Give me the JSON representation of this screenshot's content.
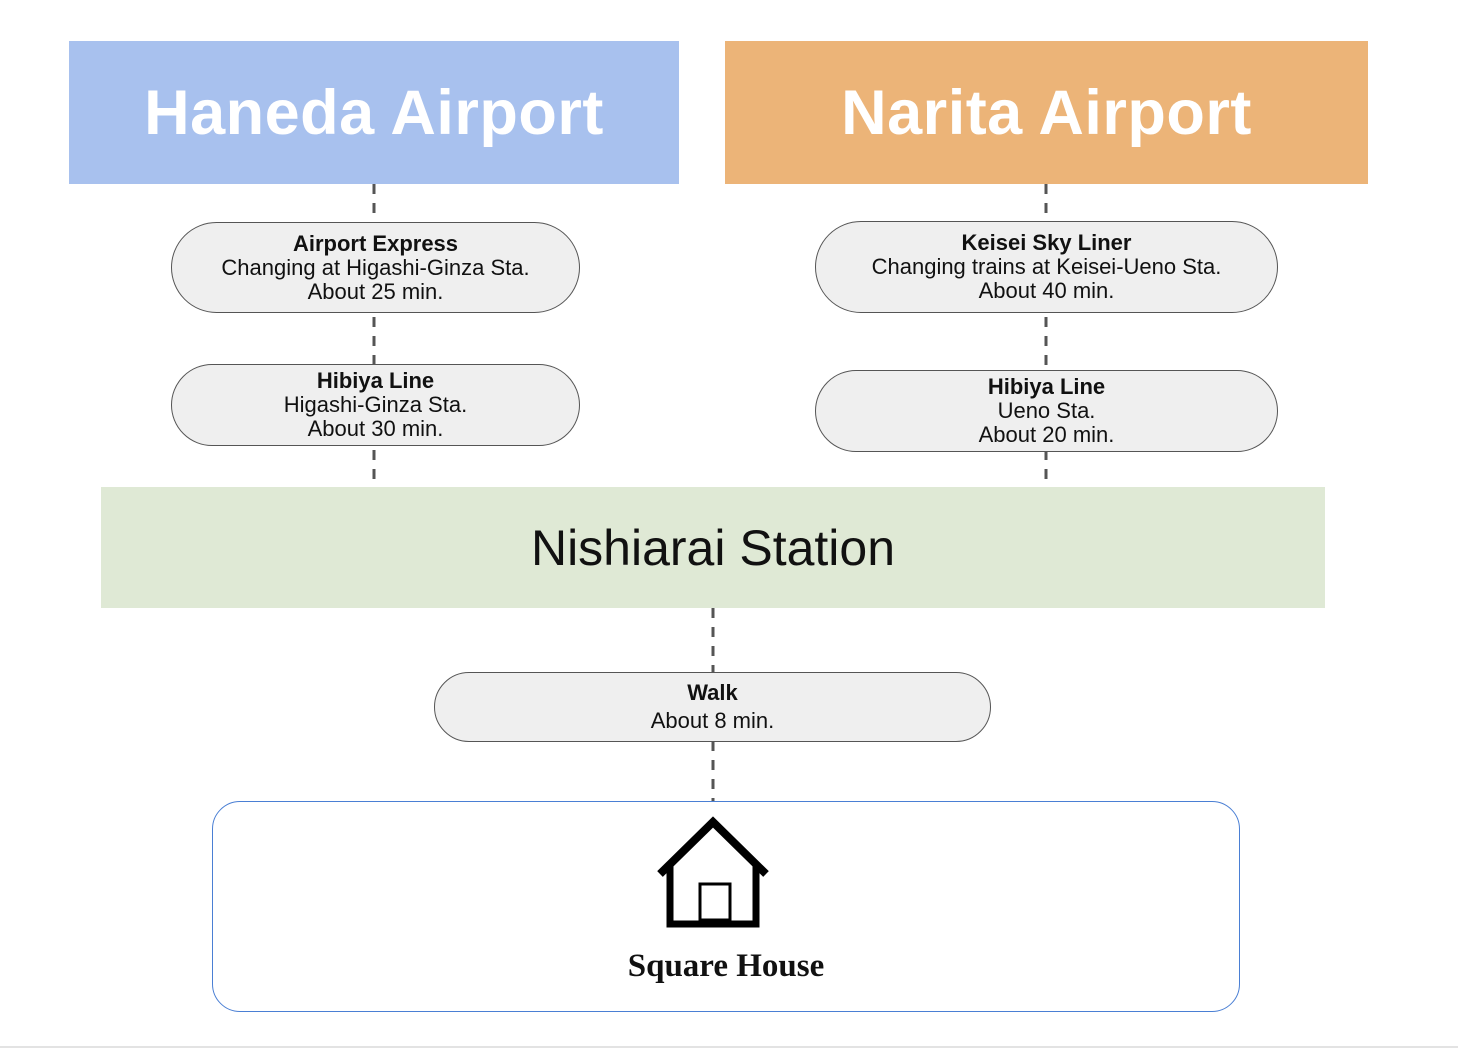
{
  "colors": {
    "haneda": "#a8c1ee",
    "narita": "#ecb478",
    "station": "#dfe9d5",
    "pill": "#efefef",
    "destination_border": "#4a7fd4",
    "connector": "#555555"
  },
  "airports": {
    "haneda": "Haneda Airport",
    "narita": "Narita Airport"
  },
  "haneda_route": [
    {
      "name": "Airport Express",
      "detail": "Changing at Higashi-Ginza Sta.",
      "time": "About 25 min."
    },
    {
      "name": "Hibiya Line",
      "detail": "Higashi-Ginza Sta.",
      "time": "About 30 min."
    }
  ],
  "narita_route": [
    {
      "name": "Keisei Sky Liner",
      "detail": "Changing trains at Keisei-Ueno Sta.",
      "time": "About 40 min."
    },
    {
      "name": "Hibiya Line",
      "detail": "Ueno Sta.",
      "time": "About 20 min."
    }
  ],
  "station": "Nishiarai Station",
  "walk": {
    "name": "Walk",
    "time": "About 8 min."
  },
  "destination": {
    "label": "Square House",
    "icon": "house-icon"
  }
}
